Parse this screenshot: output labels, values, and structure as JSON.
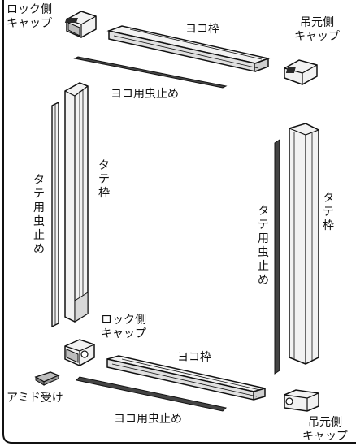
{
  "labels": {
    "lock_cap_top": [
      "ロック側",
      "キャップ"
    ],
    "hinge_cap_top": [
      "吊元側",
      "キャップ"
    ],
    "yoko_frame_top": "ヨコ枠",
    "yoko_screen_top": "ヨコ用虫止め",
    "tate_frame_left": "タテ枠",
    "tate_screen_left": "タテ用虫止め",
    "tate_frame_right": "タテ枠",
    "tate_screen_right": "タテ用虫止め",
    "lock_cap_bottom": [
      "ロック側",
      "キャップ"
    ],
    "yoko_frame_bottom": "ヨコ枠",
    "amido_uke": "アミド受け",
    "yoko_screen_bottom": "ヨコ用虫止め",
    "hinge_cap_bottom": [
      "吊元側",
      "キャップ"
    ]
  },
  "colors": {
    "ink": "#111111",
    "part_fill": "#f2f2f2",
    "part_shade": "#bdbdbd",
    "dark": "#2a2a2a"
  }
}
